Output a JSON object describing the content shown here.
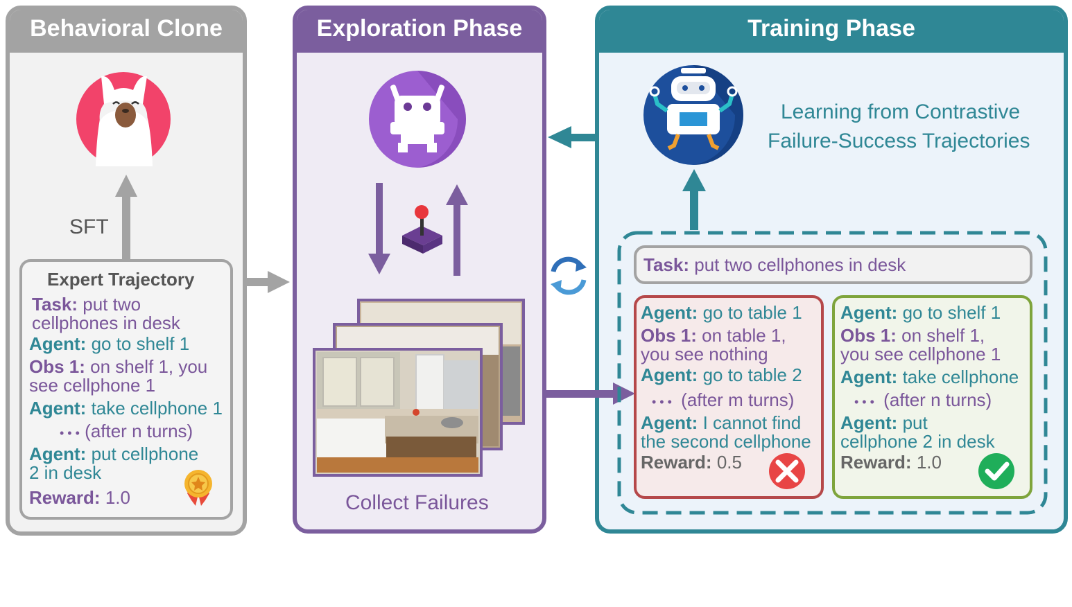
{
  "panels": {
    "behavioral": {
      "title": "Behavioral Clone",
      "sft_label": "SFT"
    },
    "exploration": {
      "title": "Exploration Phase",
      "caption": "Collect Failures"
    },
    "training": {
      "title": "Training Phase",
      "learning_line1": "Learning from Contrastive",
      "learning_line2": "Failure-Success Trajectories"
    }
  },
  "expert": {
    "title": "Expert Trajectory",
    "task_key": "Task:",
    "task_line1": "put two",
    "task_line2": "cellphones in desk",
    "agent_key": "Agent:",
    "obs_key": "Obs 1:",
    "reward_key": "Reward:",
    "step1": "go to shelf 1",
    "obs1_line1": "on shelf 1, you",
    "obs1_line2": "see cellphone 1",
    "step2": "take cellphone 1",
    "dots": "• • •",
    "ellipsis": "(after n turns)",
    "step3_line1": "put cellphone",
    "step3_line2": "2 in desk",
    "reward": "1.0"
  },
  "task_bar": {
    "key": "Task:",
    "value": "put two cellphones in desk"
  },
  "failure": {
    "agent_key": "Agent:",
    "obs_key": "Obs 1:",
    "reward_key": "Reward:",
    "step1": "go to table 1",
    "obs1_line1": "on table 1,",
    "obs1_line2": "you see nothing",
    "step2": "go to table 2",
    "dots": "• • •",
    "ellipsis": "(after m turns)",
    "step3_line1": "I cannot find",
    "step3_line2": "the second cellphone",
    "reward": "0.5"
  },
  "success": {
    "agent_key": "Agent:",
    "obs_key": "Obs 1:",
    "reward_key": "Reward:",
    "step1": "go to shelf 1",
    "obs1_line1": "on shelf 1,",
    "obs1_line2": "you see cellphone 1",
    "step2": "take cellphone",
    "dots": "• • •",
    "ellipsis": "(after n turns)",
    "step3_line1": "put",
    "step3_line2": "cellphone 2 in desk",
    "reward": "1.0"
  },
  "icons": {
    "llama": "llama-icon",
    "robot_explore": "robot-icon",
    "joystick": "joystick-icon",
    "robot_train": "robot-icon",
    "refresh": "refresh-icon",
    "medal": "medal-icon",
    "fail": "cross-icon",
    "success": "check-icon",
    "screenshots": "kitchen-screenshot-stack"
  },
  "colors": {
    "gray": "#a3a3a3",
    "purple": "#7b5e9e",
    "teal": "#2f8795",
    "red": "#b5484a",
    "green": "#7ea43c"
  }
}
